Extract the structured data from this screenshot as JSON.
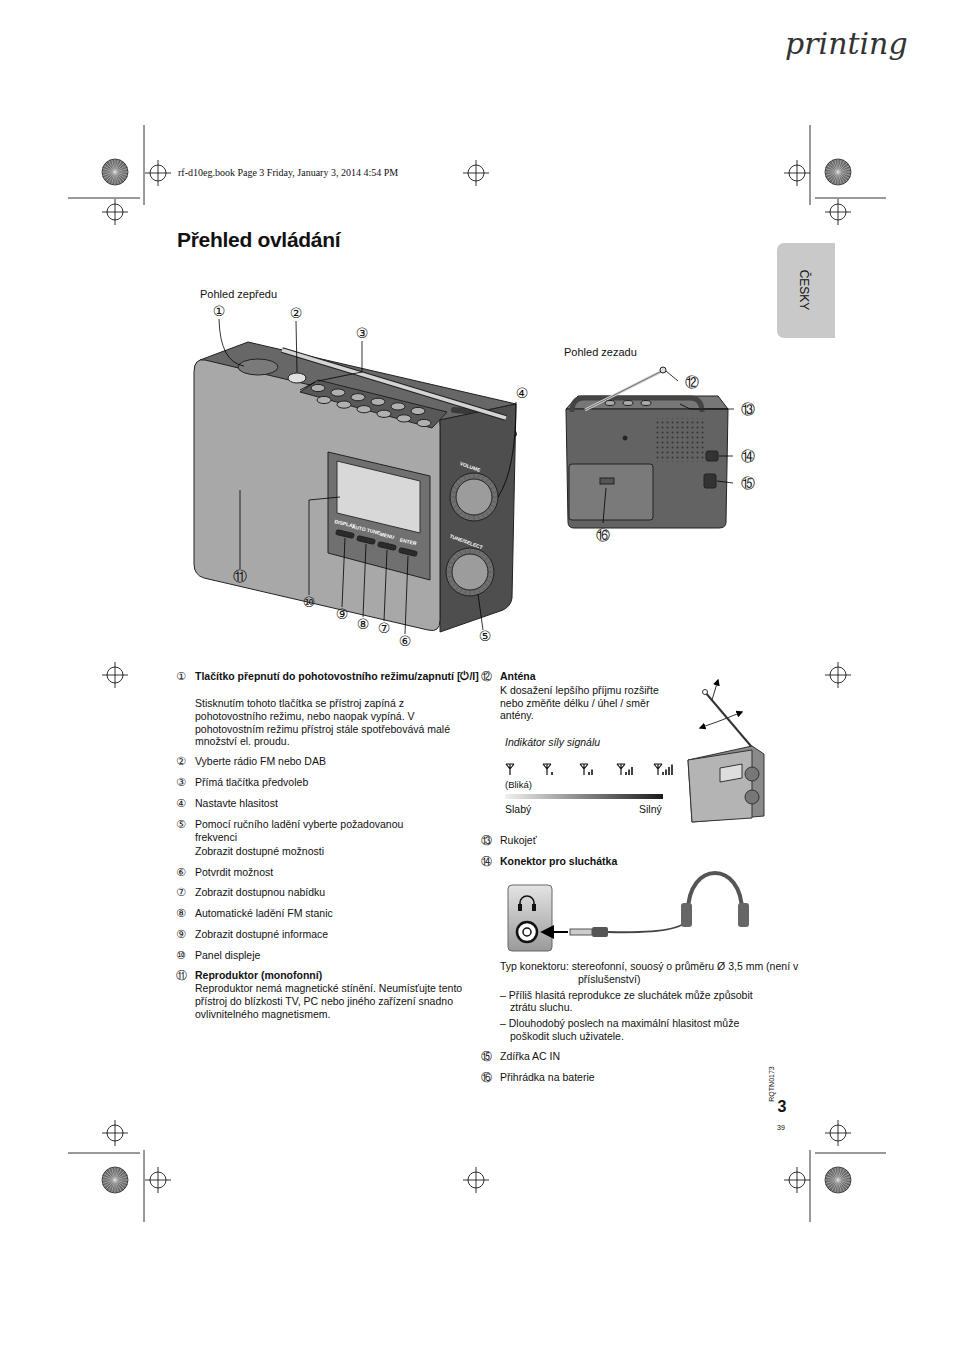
{
  "diagram": {
    "title": "Přehled ovládání",
    "nodes": [
      {
        "text": [
          "ČESKY"
        ]
      }
    ],
    "labels": [
      "printing",
      "rf-d10eg.book  Page 3  Friday, January 3, 2014  4:54 PM",
      "Pohled zepředu",
      "①",
      "②",
      "③",
      "④",
      "⑤",
      "⑥",
      "⑦",
      "⑧",
      "⑨",
      "⑩",
      "⑪",
      "DISPLAY",
      "AUTO TUNE",
      "MENU",
      "ENTER",
      "VOLUME",
      "TUNE/SELECT",
      "Pohled zezadu",
      "⑫",
      "⑬",
      "⑭",
      "⑮",
      "⑯",
      "①",
      "Tlačítko přepnutí do pohotovostního režimu/zapnutí [⏻/I]",
      "Stisknutím tohoto tlačítka se přístroj zapíná z pohotovostního režimu, nebo naopak vypíná. V pohotovostním režimu přístroj stále spotřebovává malé množství el. proudu.",
      "②",
      "Vyberte rádio FM nebo DAB",
      "③",
      "Přímá tlačítka předvoleb",
      "④",
      "Nastavte hlasitost",
      "⑤",
      "Pomocí ručního ladění vyberte požadovanou frekvenci",
      "Zobrazit dostupné možnosti",
      "⑥",
      "Potvrdit možnost",
      "⑦",
      "Zobrazit dostupnou nabídku",
      "⑧",
      "Automatické ladění FM stanic",
      "⑨",
      "Zobrazit dostupné informace",
      "⑩",
      "Panel displeje",
      "⑪",
      "Reproduktor (monofonní)",
      "Reproduktor nemá magnetické stínění. Neumísťujte tento přístroj do blízkosti TV, PC nebo jiného zařízení snadno ovlivnitelného magnetismem.",
      "⑫",
      "Anténa",
      "K dosažení lepšího příjmu rozšiřte nebo změňte délku / úhel / směr antény.",
      "Indikátor síly signálu",
      "(Bliká)",
      "Slabý",
      "Silný",
      "⑬",
      "Rukojeť",
      "⑭",
      "Konektor pro sluchátka",
      "Typ konektoru: stereofonní, souosý o průměru Ø 3,5 mm (není v příslušenství)",
      "– Příliš hlasitá reprodukce ze sluchátek může způsobit ztrátu sluchu.",
      "– Dlouhodobý poslech na maximální hlasitost může poškodit sluch uživatele.",
      "⑮",
      "Zdířka AC IN",
      "⑯",
      "Přihrádka na baterie",
      "RQTN0173",
      "3",
      "39"
    ]
  }
}
